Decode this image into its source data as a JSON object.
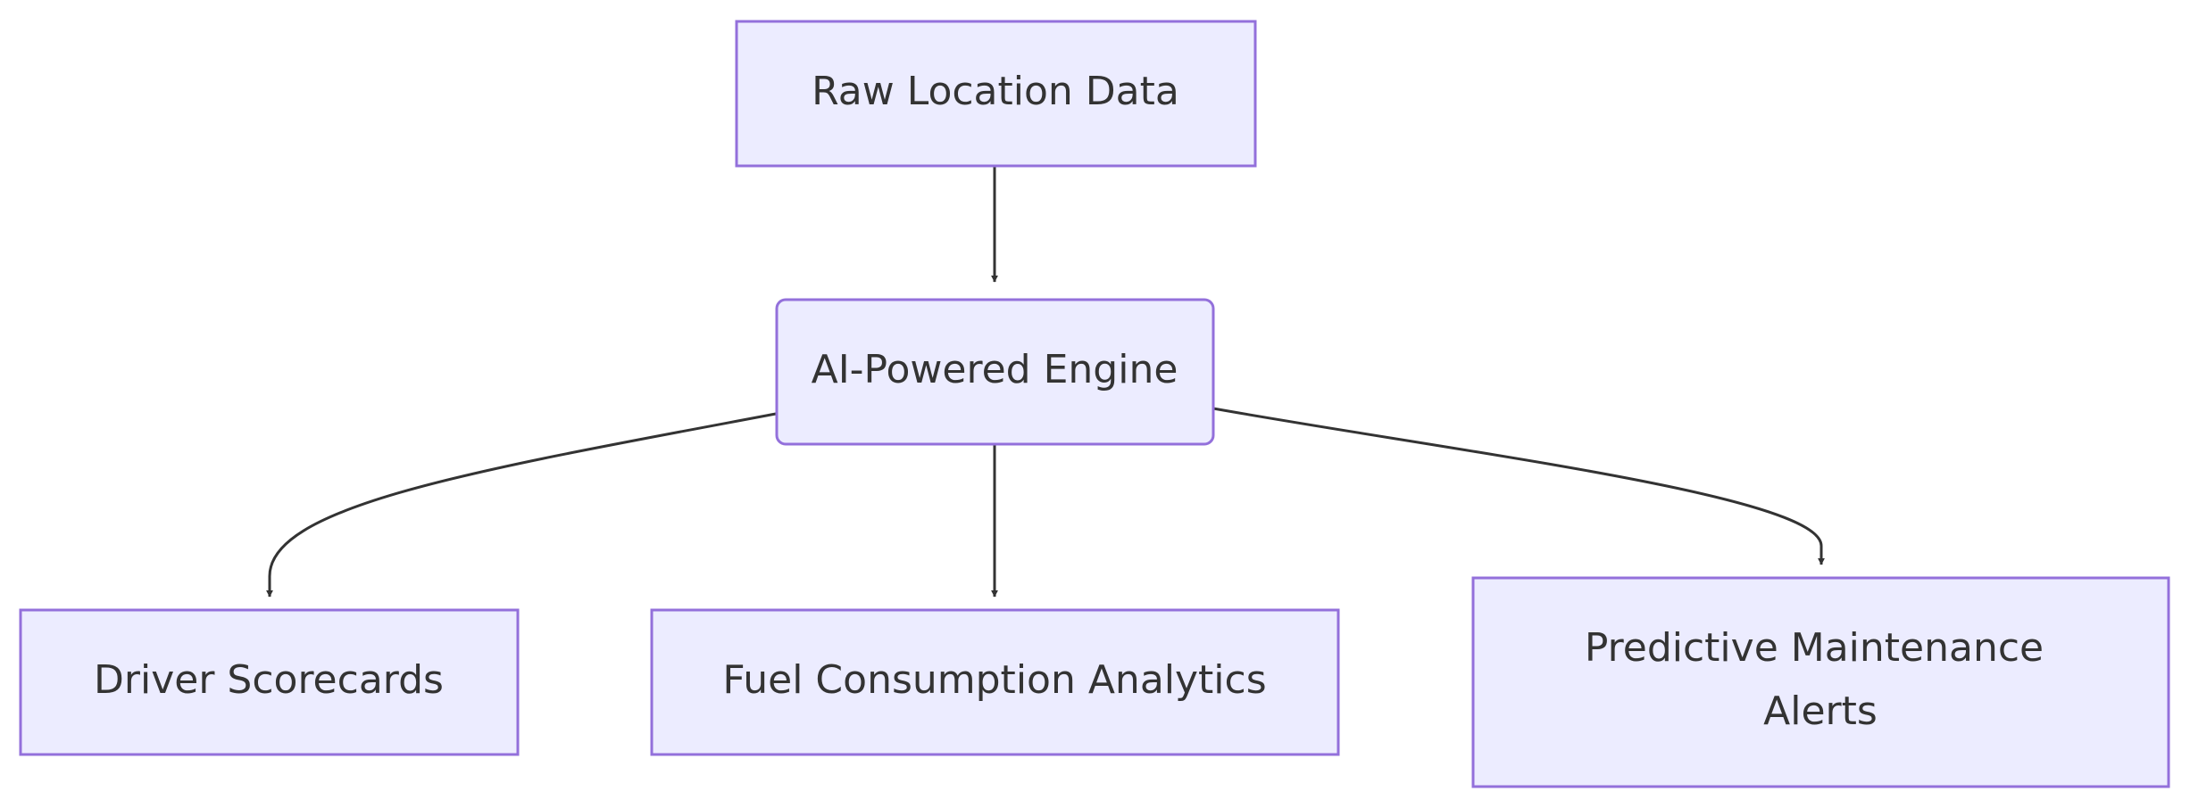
{
  "diagram": {
    "type": "flowchart",
    "colors": {
      "node_fill": "#ECECFF",
      "node_stroke": "#9370DB",
      "edge": "#333333",
      "text": "#333333"
    },
    "nodes": {
      "raw_location_data": {
        "label": "Raw Location Data",
        "shape": "rectangle"
      },
      "ai_powered_engine": {
        "label": "AI-Powered Engine",
        "shape": "rounded-rectangle"
      },
      "driver_scorecards": {
        "label": "Driver Scorecards",
        "shape": "rectangle"
      },
      "fuel_consumption_analytics": {
        "label": "Fuel Consumption Analytics",
        "shape": "rectangle"
      },
      "predictive_maintenance_alerts": {
        "label": "Predictive Maintenance Alerts",
        "label_lines": [
          "Predictive Maintenance",
          "Alerts"
        ],
        "shape": "rectangle"
      }
    },
    "edges": [
      {
        "from": "raw_location_data",
        "to": "ai_powered_engine"
      },
      {
        "from": "ai_powered_engine",
        "to": "driver_scorecards"
      },
      {
        "from": "ai_powered_engine",
        "to": "fuel_consumption_analytics"
      },
      {
        "from": "ai_powered_engine",
        "to": "predictive_maintenance_alerts"
      }
    ]
  }
}
